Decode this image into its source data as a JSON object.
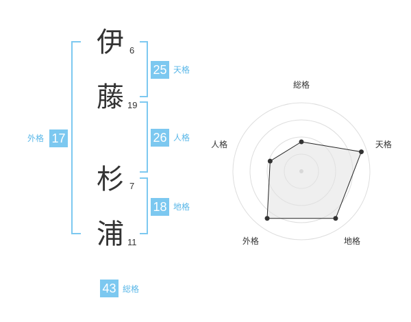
{
  "name": {
    "characters": [
      {
        "char": "伊",
        "strokes": "6"
      },
      {
        "char": "藤",
        "strokes": "19"
      },
      {
        "char": "杉",
        "strokes": "7"
      },
      {
        "char": "浦",
        "strokes": "11"
      }
    ]
  },
  "fortunes": {
    "tenkaku": {
      "value": "25",
      "label": "天格"
    },
    "jinkaku": {
      "value": "26",
      "label": "人格"
    },
    "chikaku": {
      "value": "18",
      "label": "地格"
    },
    "gaikaku": {
      "value": "17",
      "label": "外格"
    },
    "soukaku": {
      "value": "43",
      "label": "総格"
    }
  },
  "colors": {
    "accent": "#7cc8f0",
    "accent_text": "#59b7e8"
  },
  "chart_data": {
    "type": "radar",
    "axes": [
      "総格",
      "天格",
      "地格",
      "外格",
      "人格"
    ],
    "values": [
      0.43,
      0.92,
      0.85,
      0.85,
      0.48
    ],
    "rings": 4,
    "ylim": [
      0,
      1
    ]
  }
}
